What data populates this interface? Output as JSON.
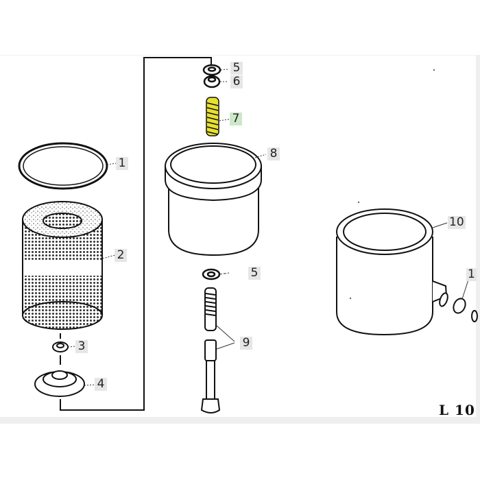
{
  "diagram": {
    "sheet_id": "L 10",
    "highlight_color": "#cde8c8",
    "callout_color": "#e6e6e6"
  },
  "callouts": [
    {
      "id": "1",
      "label": "1",
      "part": "sealing-ring"
    },
    {
      "id": "2",
      "label": "2",
      "part": "filter-element"
    },
    {
      "id": "3",
      "label": "3",
      "part": "seal-washer"
    },
    {
      "id": "4",
      "label": "4",
      "part": "base-plate"
    },
    {
      "id": "5a",
      "label": "5",
      "part": "washer-top"
    },
    {
      "id": "6",
      "label": "6",
      "part": "spring-seat"
    },
    {
      "id": "7",
      "label": "7",
      "part": "spring",
      "highlighted": true
    },
    {
      "id": "8",
      "label": "8",
      "part": "filter-bowl"
    },
    {
      "id": "5b",
      "label": "5",
      "part": "washer-bottom"
    },
    {
      "id": "9",
      "label": "9",
      "part": "center-bolt"
    },
    {
      "id": "10",
      "label": "10",
      "part": "filter-housing"
    },
    {
      "id": "11",
      "label": "1",
      "part": "housing-fitting-partial"
    }
  ]
}
